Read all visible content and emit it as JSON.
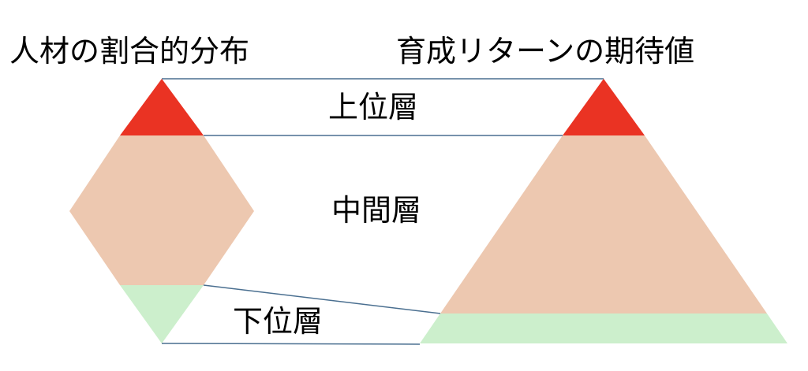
{
  "titles": {
    "left": "人材の割合的分布",
    "right": "育成リターンの期待値"
  },
  "layers": {
    "top": "上位層",
    "middle": "中間層",
    "bottom": "下位層"
  },
  "colors": {
    "top": "#ea3323",
    "middle": "#edc8b0",
    "bottom": "#ccefcc",
    "connector": "#4a6f90"
  }
}
